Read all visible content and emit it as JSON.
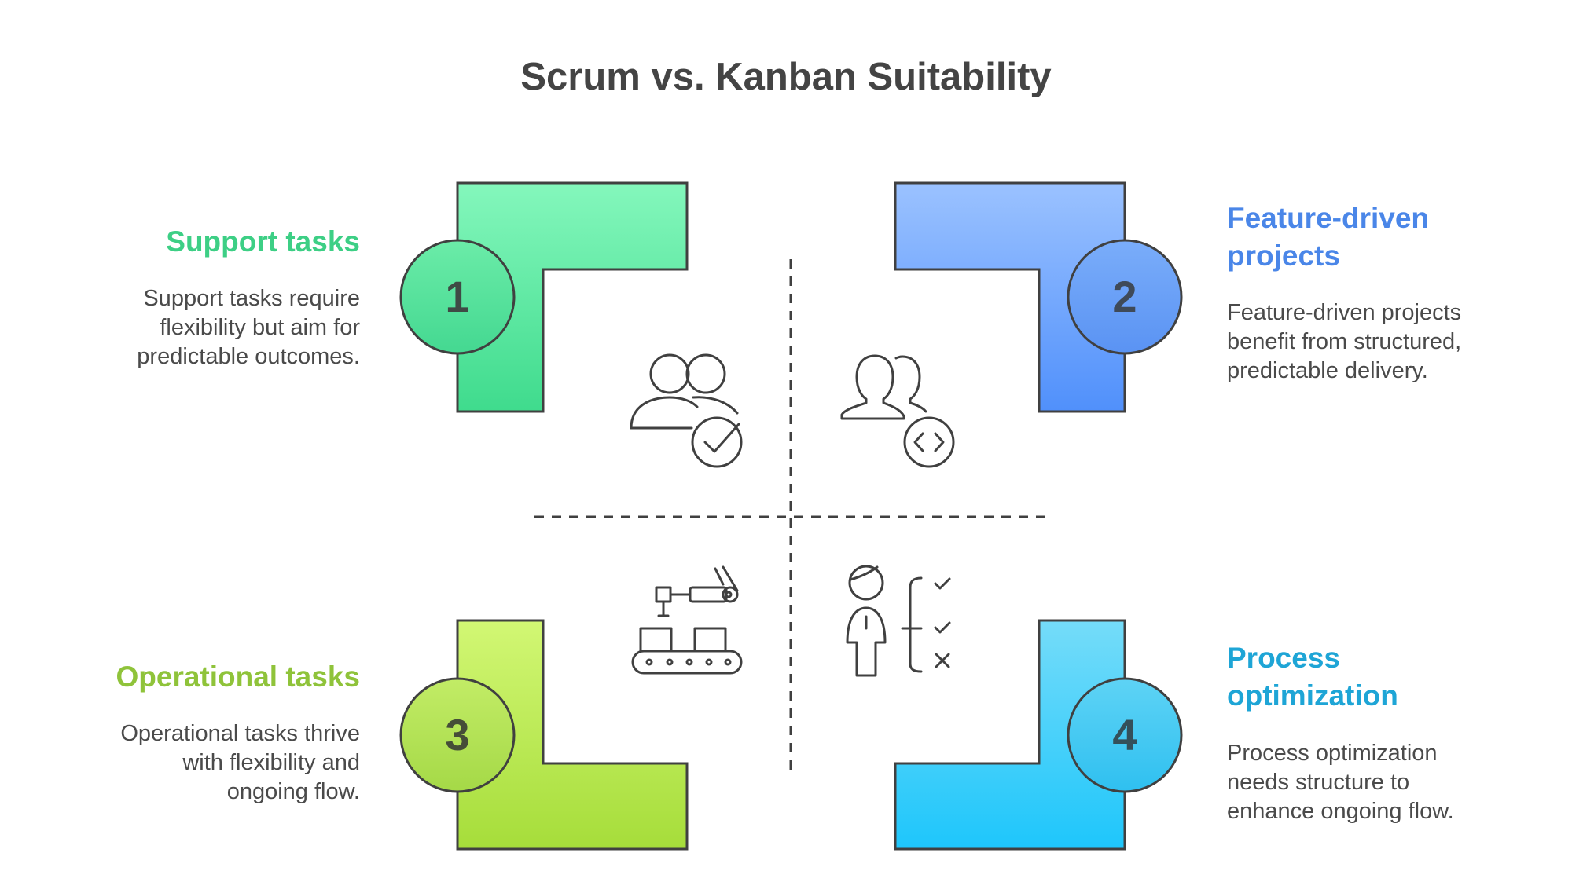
{
  "title": "Scrum vs. Kanban Suitability",
  "colors": {
    "q1": "#3dcf85",
    "q2": "#4a86e8",
    "q3": "#8fc33a",
    "q4": "#1ea5d6",
    "outline": "#404040",
    "text": "#4a4a4a"
  },
  "quadrants": [
    {
      "number": "1",
      "heading_lines": [
        "Support tasks"
      ],
      "description_lines": [
        "Support tasks require",
        "flexibility but aim for",
        "predictable outcomes."
      ],
      "icon": "team-check-icon"
    },
    {
      "number": "2",
      "heading_lines": [
        "Feature-driven",
        "projects"
      ],
      "description_lines": [
        "Feature-driven projects",
        "benefit from structured,",
        "predictable delivery."
      ],
      "icon": "team-code-icon"
    },
    {
      "number": "3",
      "heading_lines": [
        "Operational tasks"
      ],
      "description_lines": [
        "Operational tasks thrive",
        "with flexibility and",
        "ongoing flow."
      ],
      "icon": "robot-conveyor-icon"
    },
    {
      "number": "4",
      "heading_lines": [
        "Process",
        "optimization"
      ],
      "description_lines": [
        "Process optimization",
        "needs structure to",
        "enhance ongoing flow."
      ],
      "icon": "person-checklist-icon"
    }
  ]
}
